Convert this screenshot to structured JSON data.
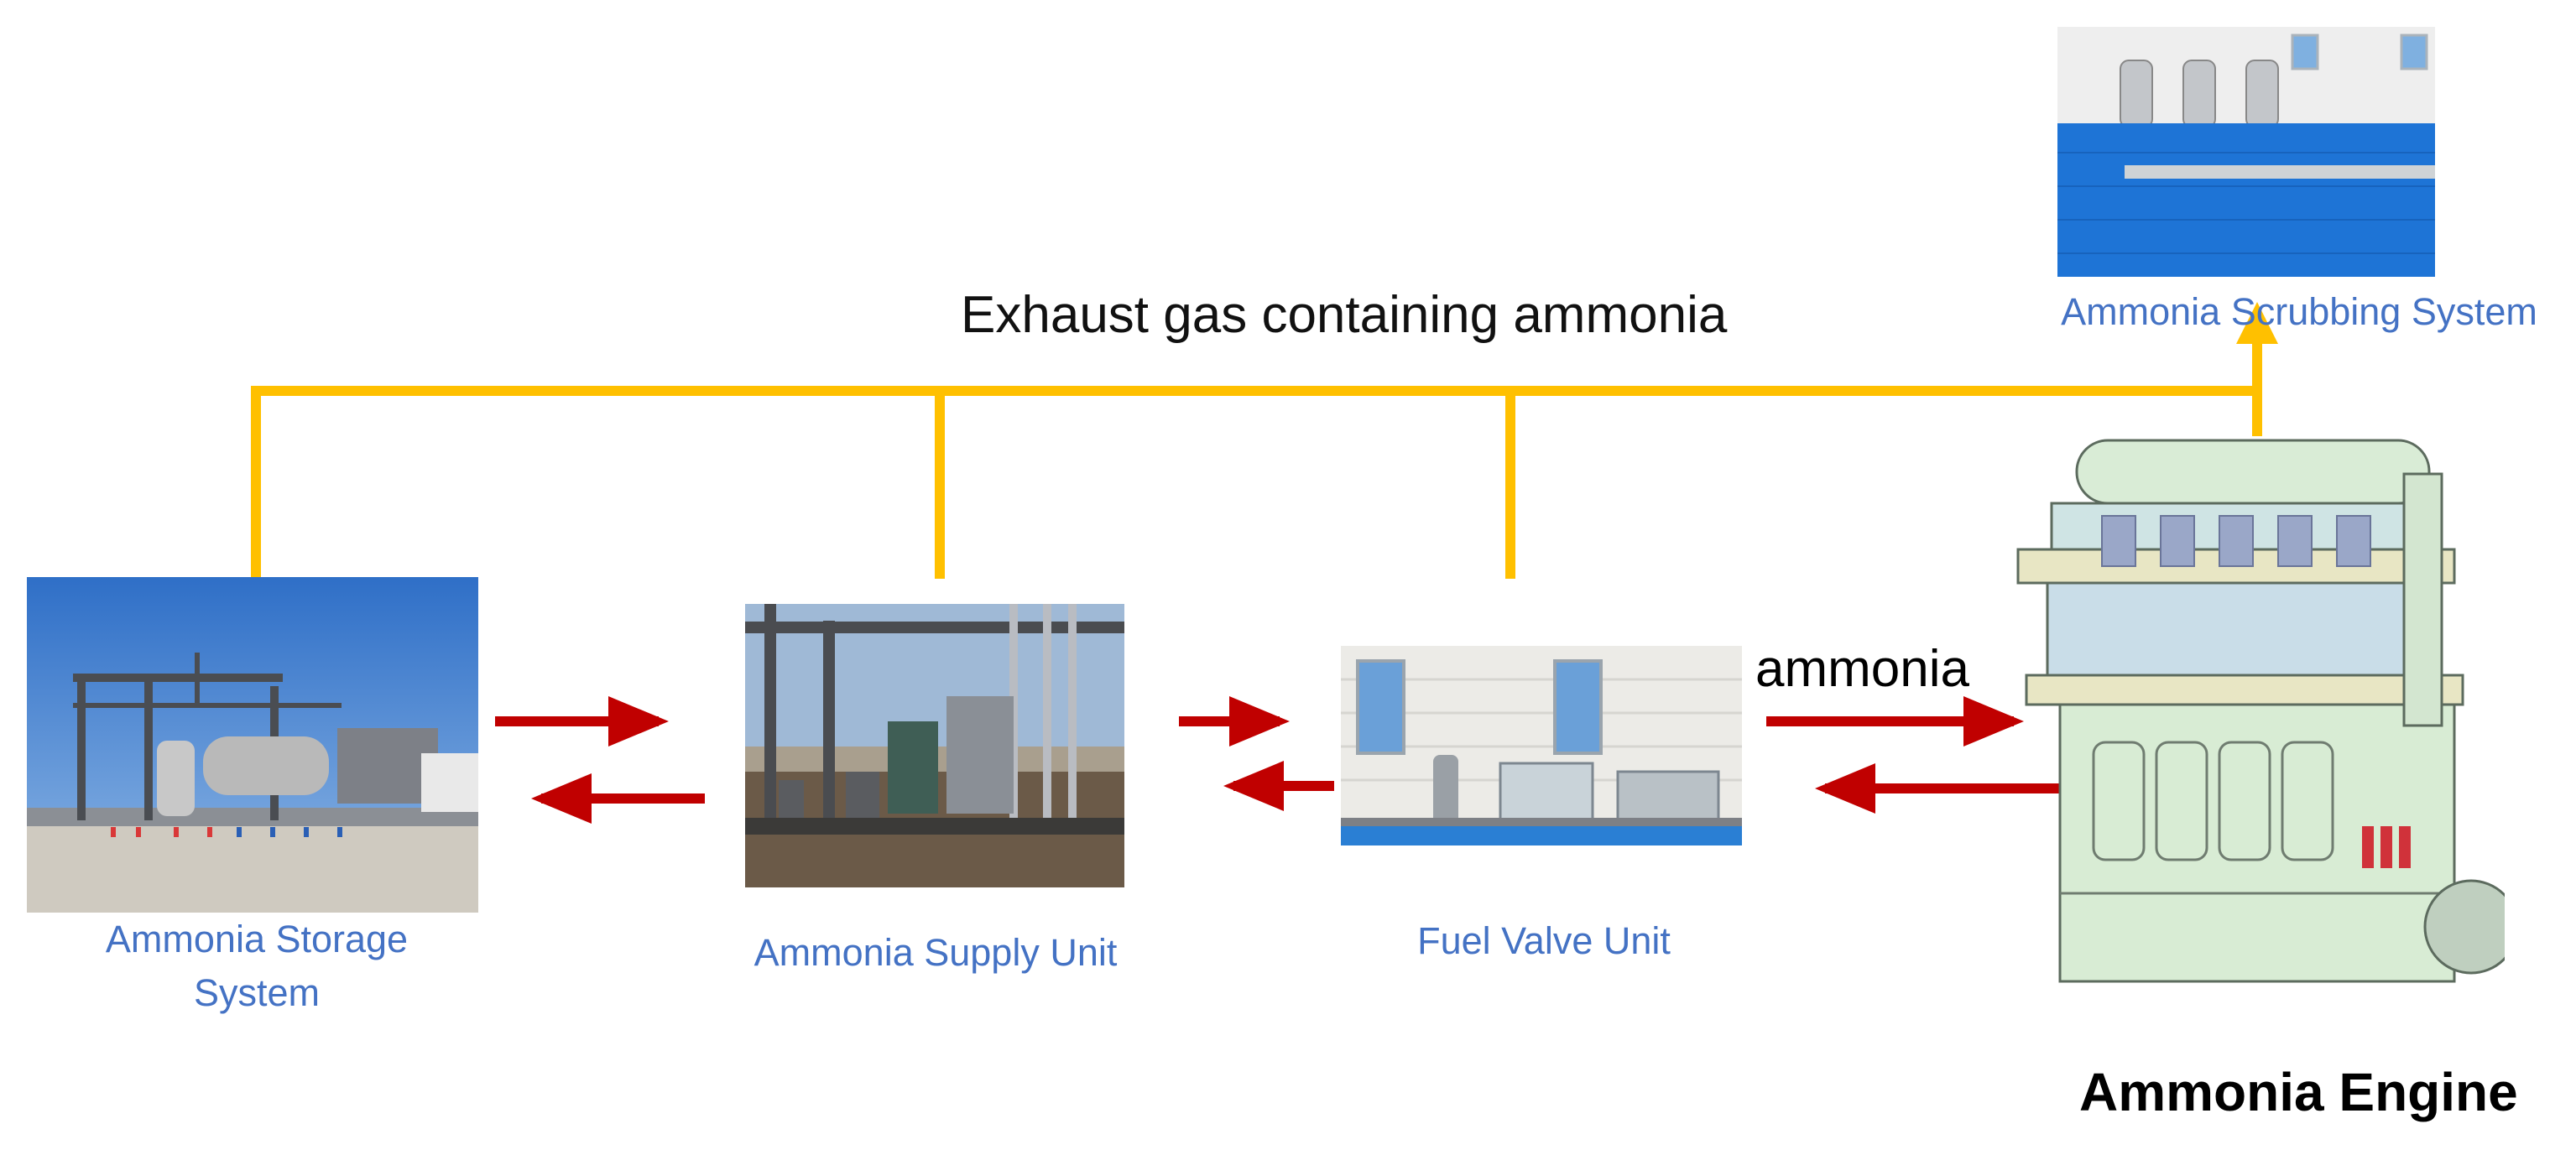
{
  "diagram": {
    "exhaust_label": "Exhaust gas containing ammonia",
    "flow_label": "ammonia",
    "components": {
      "storage": {
        "label": "Ammonia Storage\nSystem",
        "icon": "ammonia-storage-photo"
      },
      "supply": {
        "label": "Ammonia Supply Unit",
        "icon": "ammonia-supply-photo"
      },
      "valve": {
        "label": "Fuel Valve Unit",
        "icon": "fuel-valve-photo"
      },
      "scrubber": {
        "label": "Ammonia Scrubbing System",
        "icon": "ammonia-scrubber-photo"
      },
      "engine": {
        "label": "Ammonia Engine",
        "icon": "ammonia-engine-render"
      }
    },
    "colors": {
      "exhaust_line": "#ffc000",
      "flow_arrow": "#c00000",
      "component_label": "#4472c4"
    }
  }
}
